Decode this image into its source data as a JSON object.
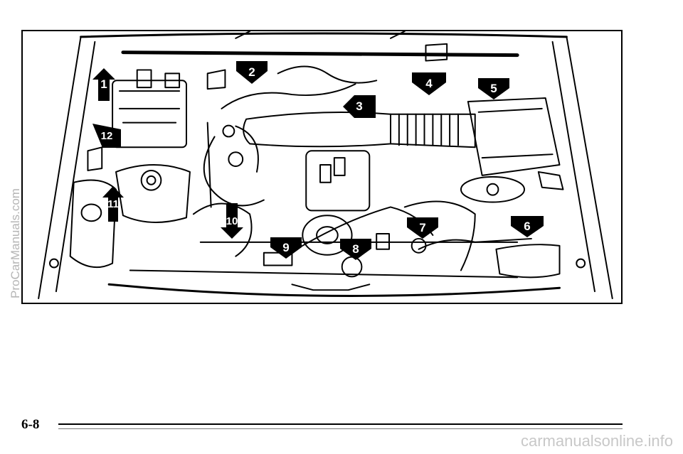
{
  "figure": {
    "subject": "engine-compartment-line-drawing",
    "callouts": [
      {
        "label": "1"
      },
      {
        "label": "2"
      },
      {
        "label": "3"
      },
      {
        "label": "4"
      },
      {
        "label": "5"
      },
      {
        "label": "6"
      },
      {
        "label": "7"
      },
      {
        "label": "8"
      },
      {
        "label": "9"
      },
      {
        "label": "10"
      },
      {
        "label": "11"
      },
      {
        "label": "12"
      }
    ]
  },
  "page": {
    "number": "6-8"
  },
  "watermarks": {
    "side": "ProCarManuals.com",
    "bottom": "carmanualsonline.info"
  }
}
